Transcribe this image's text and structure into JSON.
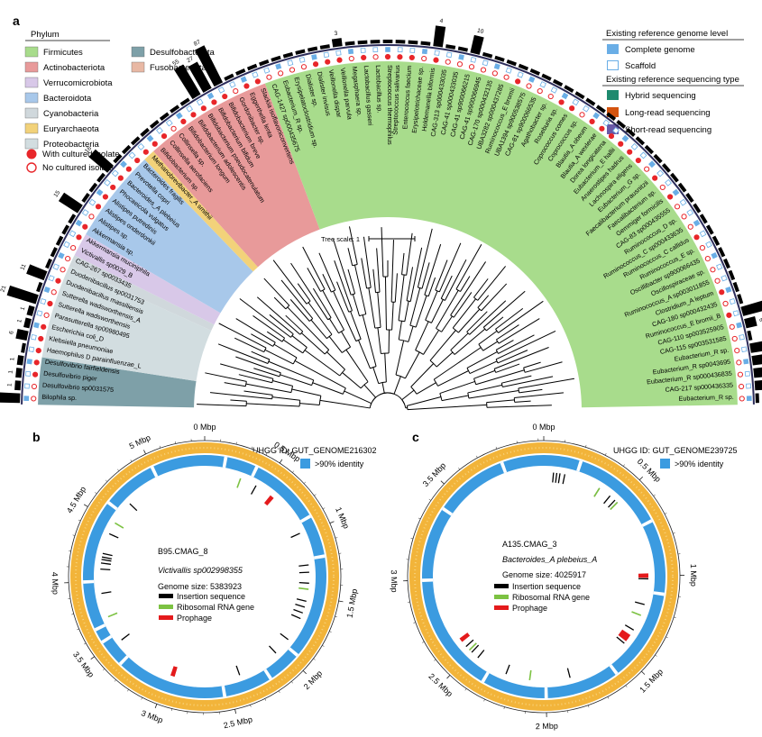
{
  "panel_a": {
    "letter": "a",
    "phylum_title": "Phylum",
    "phyla": [
      {
        "name": "Firmicutes",
        "color": "#a8dc8c"
      },
      {
        "name": "Actinobacteriota",
        "color": "#e89a9a"
      },
      {
        "name": "Verrucomicrobiota",
        "color": "#d8c8e8"
      },
      {
        "name": "Bacteroidota",
        "color": "#a8c8ea"
      },
      {
        "name": "Cyanobacteria",
        "color": "#d0d8dc"
      },
      {
        "name": "Euryarchaeota",
        "color": "#f2d27a"
      },
      {
        "name": "Proteobacteria",
        "color": "#d2dde0"
      },
      {
        "name": "Desulfobacterota",
        "color": "#7ea0a8"
      },
      {
        "name": "Fusobacteriota",
        "color": "#e8b8a4"
      }
    ],
    "isolate_legend": [
      "With cultured isolate",
      "No cultured isolate"
    ],
    "isolate_colors": {
      "with": "#e8262a",
      "no": "#e8262a"
    },
    "genome_level_title": "Existing reference genome level",
    "genome_levels": [
      {
        "name": "Complete genome",
        "color": "#6aaee6"
      },
      {
        "name": "Scaffold",
        "color": "#ffffff",
        "stroke": "#6aaee6"
      }
    ],
    "seq_type_title": "Existing reference sequencing type",
    "seq_types": [
      {
        "name": "Hybrid sequencing",
        "color": "#1e8a6e"
      },
      {
        "name": "Long-read sequencing",
        "color": "#d4540f"
      },
      {
        "name": "Short-read sequencing",
        "color": "#6a5aa8"
      }
    ],
    "tree_scale": "Tree scale: 1",
    "species": [
      {
        "name": "Bilophila sp.",
        "phylum": 7,
        "count": "12",
        "bar": 0.45,
        "cult": 0
      },
      {
        "name": "Desulfovibrio sp0031575",
        "phylum": 7,
        "count": "1",
        "bar": 0.06,
        "cult": 0
      },
      {
        "name": "Desulfovibrio piger",
        "phylum": 7,
        "count": "1",
        "bar": 0.06,
        "cult": 1
      },
      {
        "name": "Desulfovibrio fairfieldensis",
        "phylum": 7,
        "count": "1",
        "bar": 0.06,
        "cult": 1
      },
      {
        "name": "Haemophilus D parainfluenzae_L",
        "phylum": 6,
        "count": "",
        "bar": 0.0,
        "cult": 1
      },
      {
        "name": "Klebsiella pneumoniae",
        "phylum": 6,
        "count": "6",
        "bar": 0.2,
        "cult": 1
      },
      {
        "name": "Escherichia coli_D",
        "phylum": 6,
        "count": "1",
        "bar": 0.06,
        "cult": 1
      },
      {
        "name": "Parasutterella sp00980495",
        "phylum": 6,
        "count": "1",
        "bar": 0.06,
        "cult": 0
      },
      {
        "name": "Sutterella wadsworthensis",
        "phylum": 6,
        "count": "21",
        "bar": 0.7,
        "cult": 1
      },
      {
        "name": "Sutterella wadsworthensis_A",
        "phylum": 6,
        "count": "",
        "bar": 0.0,
        "cult": 0
      },
      {
        "name": "Duodenibacillus massiliensis",
        "phylum": 6,
        "count": "11",
        "bar": 0.4,
        "cult": 1
      },
      {
        "name": "Duodenibacillus sp0031753",
        "phylum": 6,
        "count": "",
        "bar": 0.0,
        "cult": 0
      },
      {
        "name": "CAG-267 sp0033435",
        "phylum": 4,
        "count": "",
        "bar": 0.0,
        "cult": 0
      },
      {
        "name": "Victivallis sp0029_B",
        "phylum": 2,
        "count": "",
        "bar": 0.0,
        "cult": 0
      },
      {
        "name": "Akkermansia muciniphila",
        "phylum": 2,
        "count": "",
        "bar": 0.0,
        "cult": 1
      },
      {
        "name": "Akkermansia sp.",
        "phylum": 3,
        "count": "",
        "bar": 0.0,
        "cult": 1
      },
      {
        "name": "Alistipes sp.",
        "phylum": 3,
        "count": "15",
        "bar": 0.5,
        "cult": 0
      },
      {
        "name": "Alistipes onderdonkii",
        "phylum": 3,
        "count": "",
        "bar": 0.0,
        "cult": 1
      },
      {
        "name": "Alistipes putredinis",
        "phylum": 3,
        "count": "",
        "bar": 0.0,
        "cult": 1
      },
      {
        "name": "Phocaeicola vulgatus",
        "phylum": 3,
        "count": "",
        "bar": 0.0,
        "cult": 1
      },
      {
        "name": "Bacteroides_A plebeius",
        "phylum": 3,
        "count": "16",
        "bar": 0.55,
        "cult": 1
      },
      {
        "name": "Prevotella copri",
        "phylum": 3,
        "count": "",
        "bar": 0.0,
        "cult": 1
      },
      {
        "name": "Bacteroides fragilis",
        "phylum": 3,
        "count": "",
        "bar": 0.0,
        "cult": 1
      },
      {
        "name": "Methanobrevibacter_A smithii",
        "phylum": 5,
        "count": "",
        "bar": 0.0,
        "cult": 1
      },
      {
        "name": "Bifidobacterium sp.",
        "phylum": 1,
        "count": "",
        "bar": 0.0,
        "cult": 1
      },
      {
        "name": "Collinsella aerofaciens",
        "phylum": 1,
        "count": "",
        "bar": 0.0,
        "cult": 1
      },
      {
        "name": "Collinsella sp.",
        "phylum": 1,
        "count": "",
        "bar": 0.0,
        "cult": 0
      },
      {
        "name": "Bifidobacterium longum",
        "phylum": 1,
        "count": "",
        "bar": 0.0,
        "cult": 1
      },
      {
        "name": "Bifidobacterium adolescentis",
        "phylum": 1,
        "count": "",
        "bar": 0.0,
        "cult": 1
      },
      {
        "name": "Bifidobacterium pseudocatenulatum",
        "phylum": 1,
        "count": "55",
        "bar": 0.82,
        "cult": 1
      },
      {
        "name": "Bifidobacterium bifidum",
        "phylum": 1,
        "count": "27",
        "bar": 0.7,
        "cult": 1
      },
      {
        "name": "Bifidobacterium breve",
        "phylum": 1,
        "count": "87",
        "bar": 1.0,
        "cult": 1
      },
      {
        "name": "Gordonibacter sp.",
        "phylum": 1,
        "count": "",
        "bar": 0.0,
        "cult": 0
      },
      {
        "name": "Eggerthella lenta",
        "phylum": 1,
        "count": "",
        "bar": 0.0,
        "cult": 1
      },
      {
        "name": "Slackia isoflavoniconvertens",
        "phylum": 1,
        "count": "",
        "bar": 0.0,
        "cult": 1
      },
      {
        "name": "CAG-1427 sp000435675",
        "phylum": 0,
        "count": "",
        "bar": 0.0,
        "cult": 0
      },
      {
        "name": "Eubacterium_R sp.",
        "phylum": 0,
        "count": "",
        "bar": 0.0,
        "cult": 0
      },
      {
        "name": "Erysipelatoclostridium sp.",
        "phylum": 0,
        "count": "",
        "bar": 0.0,
        "cult": 0
      },
      {
        "name": "Dialister sp.",
        "phylum": 0,
        "count": "",
        "bar": 0.0,
        "cult": 0
      },
      {
        "name": "Dialister invisus",
        "phylum": 0,
        "count": "",
        "bar": 0.0,
        "cult": 1
      },
      {
        "name": "Veillonella dispar",
        "phylum": 0,
        "count": "",
        "bar": 0.0,
        "cult": 1
      },
      {
        "name": "Veillonella parvula",
        "phylum": 0,
        "count": "3",
        "bar": 0.12,
        "cult": 1
      },
      {
        "name": "Megasphaera sp.",
        "phylum": 0,
        "count": "",
        "bar": 0.0,
        "cult": 0
      },
      {
        "name": "Lactobacillus gasseri",
        "phylum": 0,
        "count": "",
        "bar": 0.0,
        "cult": 1
      },
      {
        "name": "Lactobacillus sp.",
        "phylum": 0,
        "count": "",
        "bar": 0.0,
        "cult": 0
      },
      {
        "name": "Streptococcus thermophilus",
        "phylum": 0,
        "count": "",
        "bar": 0.0,
        "cult": 1
      },
      {
        "name": "Streptococcus salivarius",
        "phylum": 0,
        "count": "",
        "bar": 0.0,
        "cult": 1
      },
      {
        "name": "Enterococcus faecium",
        "phylum": 0,
        "count": "",
        "bar": 0.0,
        "cult": 1
      },
      {
        "name": "Erysipelotrichaceae sp.",
        "phylum": 0,
        "count": "",
        "bar": 0.0,
        "cult": 0
      },
      {
        "name": "Holdemanella biformis",
        "phylum": 0,
        "count": "4",
        "bar": 0.45,
        "cult": 1
      },
      {
        "name": "CAG-313 sp000433035",
        "phylum": 0,
        "count": "",
        "bar": 0.0,
        "cult": 0
      },
      {
        "name": "CAG-41 sp000433035",
        "phylum": 0,
        "count": "",
        "bar": 0.0,
        "cult": 0
      },
      {
        "name": "CAG-41 sp900066215",
        "phylum": 0,
        "count": "10",
        "bar": 0.38,
        "cult": 0
      },
      {
        "name": "CAG-41 sp900066945",
        "phylum": 0,
        "count": "",
        "bar": 0.0,
        "cult": 0
      },
      {
        "name": "CAG-170 sp000432135",
        "phylum": 0,
        "count": "",
        "bar": 0.0,
        "cult": 0
      },
      {
        "name": "UBA3282 sp000437285",
        "phylum": 0,
        "count": "",
        "bar": 0.0,
        "cult": 0
      },
      {
        "name": "Ruminococcus_E bromii",
        "phylum": 0,
        "count": "",
        "bar": 0.0,
        "cult": 1
      },
      {
        "name": "UBA1394 sp900538575",
        "phylum": 0,
        "count": "",
        "bar": 0.0,
        "cult": 0
      },
      {
        "name": "CAG-81 sp900066535",
        "phylum": 0,
        "count": "",
        "bar": 0.0,
        "cult": 0
      },
      {
        "name": "Agathobacter sp.",
        "phylum": 0,
        "count": "",
        "bar": 0.0,
        "cult": 0
      },
      {
        "name": "Roseburia sp.",
        "phylum": 0,
        "count": "",
        "bar": 0.0,
        "cult": 1
      },
      {
        "name": "Coprococcus comes",
        "phylum": 0,
        "count": "",
        "bar": 0.0,
        "cult": 1
      },
      {
        "name": "Coprococcus sp.",
        "phylum": 0,
        "count": "",
        "bar": 0.0,
        "cult": 0
      },
      {
        "name": "Blautia_A obeum",
        "phylum": 0,
        "count": "",
        "bar": 0.0,
        "cult": 1
      },
      {
        "name": "Blautia_A wexlerae",
        "phylum": 0,
        "count": "",
        "bar": 0.0,
        "cult": 1
      },
      {
        "name": "Dorea longicatena",
        "phylum": 0,
        "count": "",
        "bar": 0.0,
        "cult": 1
      },
      {
        "name": "Eubacterium_E hallii",
        "phylum": 0,
        "count": "",
        "bar": 0.0,
        "cult": 1
      },
      {
        "name": "Anaerostipes hadrus",
        "phylum": 0,
        "count": "",
        "bar": 0.0,
        "cult": 1
      },
      {
        "name": "Lachnospira eligens",
        "phylum": 0,
        "count": "",
        "bar": 0.0,
        "cult": 1
      },
      {
        "name": "Eubacterium_G sp.",
        "phylum": 0,
        "count": "",
        "bar": 0.0,
        "cult": 0
      },
      {
        "name": "Faecalibacterium prausnitzii",
        "phylum": 0,
        "count": "",
        "bar": 0.0,
        "cult": 1
      },
      {
        "name": "Faecalibacterium sp.",
        "phylum": 0,
        "count": "",
        "bar": 0.0,
        "cult": 0
      },
      {
        "name": "Gemmiger formicilis",
        "phylum": 0,
        "count": "",
        "bar": 0.0,
        "cult": 1
      },
      {
        "name": "CAG-83 sp000435555",
        "phylum": 0,
        "count": "",
        "bar": 0.0,
        "cult": 0
      },
      {
        "name": "Ruminococcus_D sp.",
        "phylum": 0,
        "count": "",
        "bar": 0.0,
        "cult": 0
      },
      {
        "name": "Ruminococcus_C sp000433635",
        "phylum": 0,
        "count": "",
        "bar": 0.0,
        "cult": 0
      },
      {
        "name": "Ruminococcus_C callidus",
        "phylum": 0,
        "count": "",
        "bar": 0.0,
        "cult": 1
      },
      {
        "name": "Ruminococcus_E sp.",
        "phylum": 0,
        "count": "",
        "bar": 0.0,
        "cult": 0
      },
      {
        "name": "Oscillibacter sp900066435",
        "phylum": 0,
        "count": "",
        "bar": 0.0,
        "cult": 0
      },
      {
        "name": "Oscillospiraceae sp.",
        "phylum": 0,
        "count": "",
        "bar": 0.0,
        "cult": 0
      },
      {
        "name": "Ruminococcus_A sp003011855",
        "phylum": 0,
        "count": "",
        "bar": 0.0,
        "cult": 0
      },
      {
        "name": "Clostridium_A leptum",
        "phylum": 0,
        "count": "",
        "bar": 0.0,
        "cult": 1
      },
      {
        "name": "CAG-180 sp000432435",
        "phylum": 0,
        "count": "",
        "bar": 0.0,
        "cult": 0
      },
      {
        "name": "Ruminococcus_E bromii_B",
        "phylum": 0,
        "count": "35",
        "bar": 0.5,
        "cult": 1
      },
      {
        "name": "CAG-110 sp003525905",
        "phylum": 0,
        "count": "6",
        "bar": 0.2,
        "cult": 0
      },
      {
        "name": "CAG-115 sp003531585",
        "phylum": 0,
        "count": "",
        "bar": 0.0,
        "cult": 0
      },
      {
        "name": "Eubacterium_R sp.",
        "phylum": 0,
        "count": "8",
        "bar": 0.3,
        "cult": 0
      },
      {
        "name": "Eubacterium_R sp0043695",
        "phylum": 0,
        "count": "6",
        "bar": 0.2,
        "cult": 0
      },
      {
        "name": "Eubacterium_R sp000436835",
        "phylum": 0,
        "count": "6",
        "bar": 0.2,
        "cult": 0
      },
      {
        "name": "CAG-217 sp000436335",
        "phylum": 0,
        "count": "11",
        "bar": 0.42,
        "cult": 0
      },
      {
        "name": "Eubacterium_R sp.",
        "phylum": 0,
        "count": "",
        "bar": 0.0,
        "cult": 0
      }
    ]
  },
  "panel_b": {
    "letter": "b",
    "uhgg_id": "UHGG ID: GUT_GENOME216302",
    "identity_legend": ">90% identity",
    "mag_name": "B95.CMAG_8",
    "species_name": "Victivallis sp002998355",
    "genome_size": "Genome size: 5383923",
    "feature_legend": [
      "Insertion sequence",
      "Ribosomal RNA gene",
      "Prophage"
    ],
    "feature_colors": [
      "#000000",
      "#7cc242",
      "#e41a1c"
    ],
    "ticks": [
      "0 Mbp",
      "0.5 Mbp",
      "1 Mbp",
      "1.5 Mbp",
      "2 Mbp",
      "2.5 Mbp",
      "3 Mbp",
      "3.5 Mbp",
      "4 Mbp",
      "4.5 Mbp",
      "5 Mbp"
    ],
    "tick_values": [
      0,
      0.5,
      1,
      1.5,
      2,
      2.5,
      3,
      3.5,
      4,
      4.5,
      5
    ],
    "size_mbp": 5.383923,
    "insertion_positions_mbp": [
      0.44,
      0.98,
      1.25,
      1.31,
      1.4,
      1.55,
      1.6,
      1.65,
      1.7,
      1.9,
      2.05,
      2.4,
      3.48,
      3.9,
      4.1,
      4.15,
      4.18,
      4.2,
      4.23,
      4.4,
      4.7
    ],
    "rrna_positions_mbp": [
      0.3,
      1.45,
      2.95,
      3.7,
      4.5
    ],
    "prophage_positions_mbp": [
      0.6,
      2.96
    ],
    "gap_positions_mbp": [
      0.15,
      0.38,
      0.9,
      1.2,
      1.95,
      2.2,
      2.55,
      3.35,
      3.55,
      3.65,
      4.0,
      4.6,
      5.0
    ]
  },
  "panel_c": {
    "letter": "c",
    "uhgg_id": "UHGG ID: GUT_GENOME239725",
    "identity_legend": ">90% identity",
    "mag_name": "A135.CMAG_3",
    "species_name": "Bacteroides_A plebeius_A",
    "genome_size": "Genome size: 4025917",
    "feature_legend": [
      "Insertion sequence",
      "Ribosomal RNA gene",
      "Prophage"
    ],
    "feature_colors": [
      "#000000",
      "#7cc242",
      "#e41a1c"
    ],
    "ticks": [
      "0 Mbp",
      "0.5 Mbp",
      "1 Mbp",
      "1.5 Mbp",
      "2 Mbp",
      "2.5 Mbp",
      "3 Mbp",
      "3.5 Mbp"
    ],
    "tick_values": [
      0,
      0.5,
      1,
      1.5,
      2,
      2.5,
      3,
      3.5
    ],
    "size_mbp": 4.025917,
    "insertion_positions_mbp": [
      0.06,
      0.08,
      0.1,
      0.13,
      0.36,
      0.44,
      0.48,
      0.5,
      1.02,
      1.18,
      1.35,
      1.45,
      1.85,
      2.25,
      2.45,
      2.5,
      2.55
    ],
    "rrna_positions_mbp": [
      0.36,
      0.5,
      1.25,
      2.1,
      2.52
    ],
    "prophage_positions_mbp": [
      1.0,
      1.4,
      1.42,
      2.6
    ],
    "gap_positions_mbp": [
      0.2,
      0.7,
      1.1,
      1.6,
      2.0,
      2.35,
      3.0,
      3.4,
      3.8
    ]
  }
}
